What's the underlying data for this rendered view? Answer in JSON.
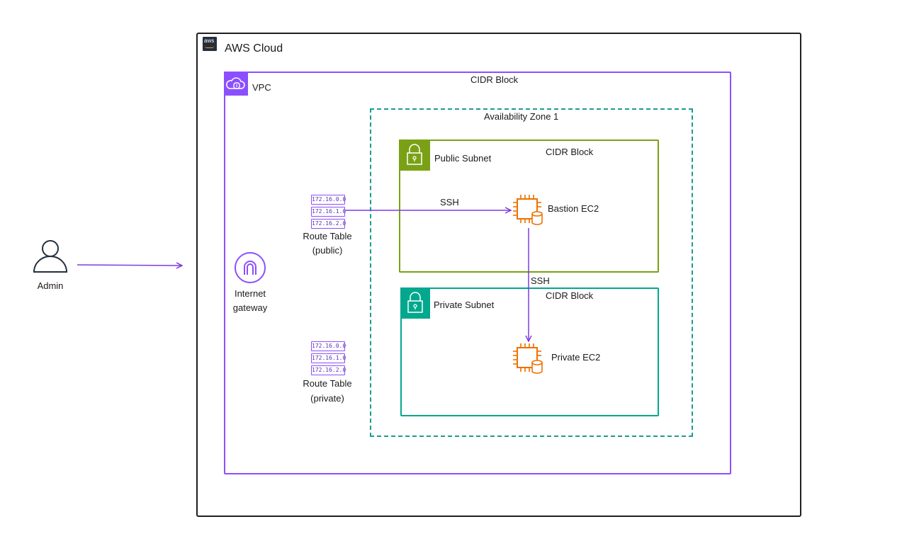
{
  "admin": {
    "label": "Admin"
  },
  "aws_cloud": {
    "title": "AWS Cloud",
    "logo_text": "aws"
  },
  "vpc": {
    "title": "VPC",
    "cidr_label": "CIDR Block"
  },
  "availability_zone": {
    "title": "Availability Zone 1"
  },
  "public_subnet": {
    "title": "Public Subnet",
    "cidr_label": "CIDR Block"
  },
  "private_subnet": {
    "title": "Private Subnet",
    "cidr_label": "CIDR Block"
  },
  "internet_gateway": {
    "line1": "Internet",
    "line2": "gateway"
  },
  "route_table_public": {
    "entries": [
      "172.16.0.0",
      "172.16.1.0",
      "172.16.2.0"
    ],
    "line1": "Route Table",
    "line2": "(public)"
  },
  "route_table_private": {
    "entries": [
      "172.16.0.0",
      "172.16.1.0",
      "172.16.2.0"
    ],
    "line1": "Route Table",
    "line2": "(private)"
  },
  "bastion_ec2": {
    "label": "Bastion EC2"
  },
  "private_ec2": {
    "label": "Private EC2"
  },
  "connections": {
    "ssh_public": "SSH",
    "ssh_private": "SSH"
  },
  "colors": {
    "vpc": "#8c4fff",
    "public_subnet": "#7aa116",
    "private_subnet": "#01a88d",
    "az": "#1a9c94",
    "ec2": "#ed7100",
    "arrow": "#7d3ce0"
  },
  "icons": {
    "admin": "user-icon",
    "aws_logo": "aws-logo-icon",
    "vpc": "vpc-cloud-icon",
    "public_subnet": "lock-icon",
    "private_subnet": "lock-icon",
    "internet_gateway": "internet-gateway-icon",
    "ec2": "ec2-chip-icon"
  }
}
